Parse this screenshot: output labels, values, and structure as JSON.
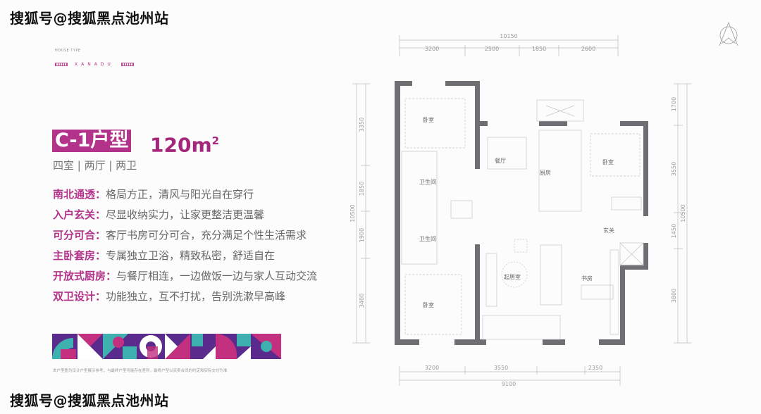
{
  "watermark": "搜狐号@搜狐黑点池州站",
  "brand": {
    "house_type": "HOUSE TYPE",
    "name": "XANADU"
  },
  "title": {
    "unit": "C-1户型",
    "area": "120m",
    "area_sup": "2"
  },
  "rooms_summary": "四室 | 两厅 | 两卫",
  "features": [
    {
      "key": "南北通透：",
      "value": "格局方正，清风与阳光自在穿行"
    },
    {
      "key": "入户玄关：",
      "value": "尽显收纳实力，让家更整洁更温馨"
    },
    {
      "key": "可分可合：",
      "value": "客厅书房可分可合，充分满足个性生活需求"
    },
    {
      "key": "主卧套房：",
      "value": "专属独立卫浴，精致私密，舒适自在"
    },
    {
      "key": "开放式厨房：",
      "value": "与餐厅相连，一边做饭一边与家人互动交流"
    },
    {
      "key": "双卫设计：",
      "value": "功能独立，互不打扰，告别洗漱早高峰"
    }
  ],
  "disclaimer": "本户型图为设计户型展示参考，与最终户型可能存在差异，最终户型以买卖合同的约定和实际交付为准",
  "floorplan": {
    "room_labels": {
      "bedroom_nw": "卧室",
      "dining": "餐厅",
      "kitchen": "厨房",
      "bedroom_ne": "卧室",
      "bath1": "卫生间",
      "bath2": "卫生间",
      "foyer": "玄关",
      "living": "起居室",
      "study": "书房",
      "bedroom_sw": "卧室"
    },
    "dims_top_total": "10150",
    "dims_top": [
      "3200",
      "2500",
      "1850",
      "2600"
    ],
    "dims_bottom": [
      "3200",
      "3550",
      "2350"
    ],
    "dims_bottom_total": "9100",
    "dims_left": [
      "3350",
      "1850",
      "1900",
      "3400"
    ],
    "dims_left_total": "10500",
    "dims_right": [
      "1700",
      "3550",
      "1450",
      "3800"
    ],
    "dims_right_total": "10500"
  },
  "colors": {
    "accent": "#b3338a",
    "wall": "#6e6e73",
    "teal": "#3fb0b0",
    "purple": "#5a2a8c",
    "magenta": "#c2307f"
  }
}
